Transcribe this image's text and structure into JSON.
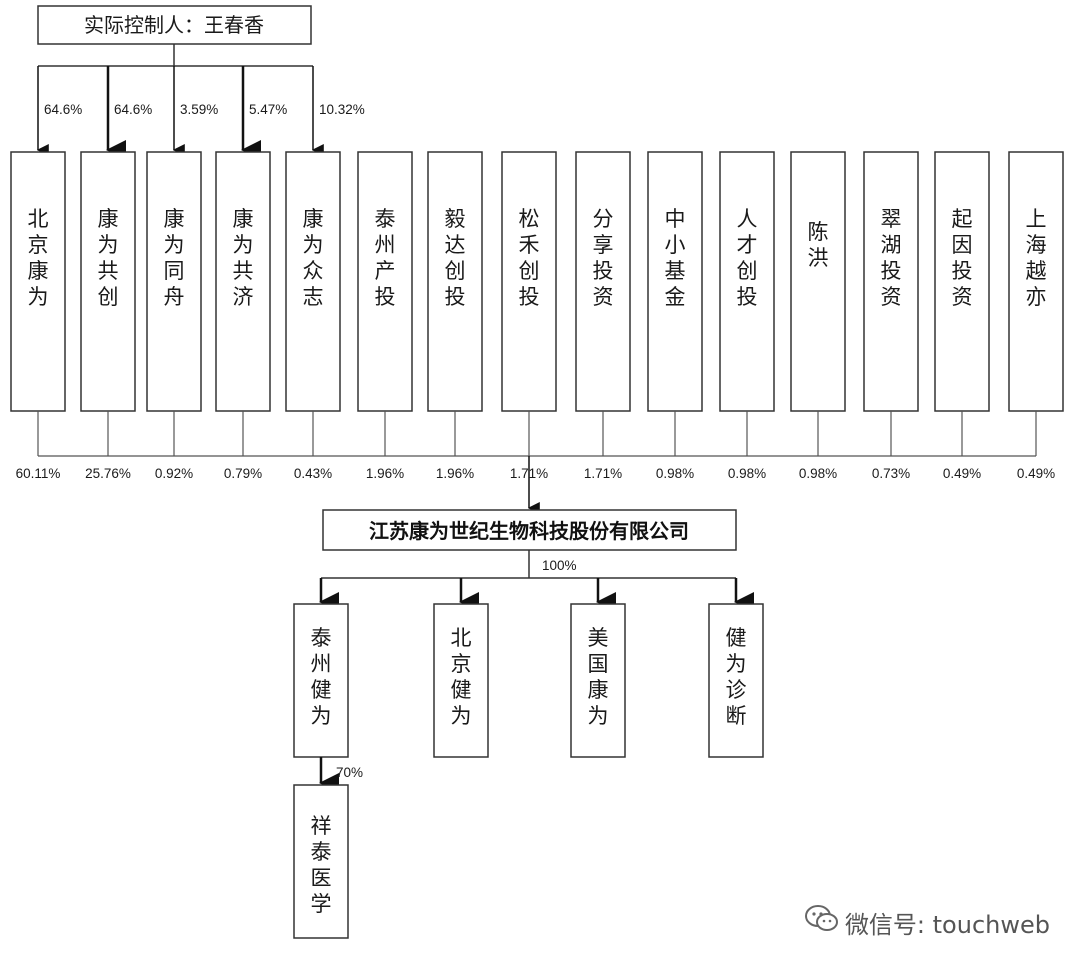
{
  "controller": {
    "label": "实际控制人：王春香"
  },
  "controller_links": [
    "64.6%",
    "64.6%",
    "3.59%",
    "5.47%",
    "10.32%"
  ],
  "shareholders": [
    {
      "name": "北京康为",
      "pct": "60.11%"
    },
    {
      "name": "康为共创",
      "pct": "25.76%"
    },
    {
      "name": "康为同舟",
      "pct": "0.92%"
    },
    {
      "name": "康为共济",
      "pct": "0.79%"
    },
    {
      "name": "康为众志",
      "pct": "0.43%"
    },
    {
      "name": "泰州产投",
      "pct": "1.96%"
    },
    {
      "name": "毅达创投",
      "pct": "1.96%"
    },
    {
      "name": "松禾创投",
      "pct": "1.71%"
    },
    {
      "name": "分享投资",
      "pct": "1.71%"
    },
    {
      "name": "中小基金",
      "pct": "0.98%"
    },
    {
      "name": "人才创投",
      "pct": "0.98%"
    },
    {
      "name": "陈洪",
      "pct": "0.98%"
    },
    {
      "name": "翠湖投资",
      "pct": "0.73%"
    },
    {
      "name": "起因投资",
      "pct": "0.49%"
    },
    {
      "name": "上海越亦",
      "pct": "0.49%"
    }
  ],
  "company": {
    "name": "江苏康为世纪生物科技股份有限公司",
    "subsidiary_pct": "100%"
  },
  "subsidiaries": [
    "泰州健为",
    "北京健为",
    "美国康为",
    "健为诊断"
  ],
  "sub_subsidiary": {
    "name": "祥泰医学",
    "pct": "70%"
  },
  "watermark": {
    "text": "微信号: touchweb",
    "icon": "wechat-icon"
  }
}
